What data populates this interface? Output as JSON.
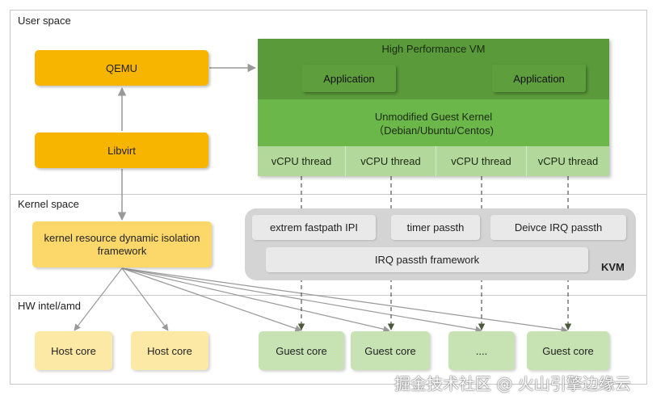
{
  "zones": {
    "user_space": "User space",
    "kernel_space": "Kernel space",
    "hw": "HW intel/amd"
  },
  "user": {
    "qemu": "QEMU",
    "libvirt": "Libvirt"
  },
  "vm": {
    "title": "High Performance VM",
    "apps": [
      "Application",
      "Application"
    ],
    "kernel_line1": "Unmodified Guest Kernel",
    "kernel_line2": "（Debian/Ubuntu/Centos)",
    "vcpus": [
      "vCPU thread",
      "vCPU thread",
      "vCPU thread",
      "vCPU thread"
    ]
  },
  "kernel": {
    "isolation_line1": "kernel resource dynamic isolation",
    "isolation_line2": "framework",
    "features": [
      "extrem fastpath IPI",
      "timer passth",
      "Deivce IRQ passth"
    ],
    "irq_framework": "IRQ passth framework",
    "kvm": "KVM"
  },
  "hw": {
    "host_cores": [
      "Host core",
      "Host core"
    ],
    "guest_cores": [
      "Guest core",
      "Guest core",
      "....",
      "Guest core"
    ]
  },
  "watermark": "掘金技术社区 @ 火山引擎边缘云",
  "colors": {
    "orange": "#f7b500",
    "vm_green": "#6cb74a",
    "arrow_grey": "#999999",
    "dashed_arrow": "#555555"
  }
}
